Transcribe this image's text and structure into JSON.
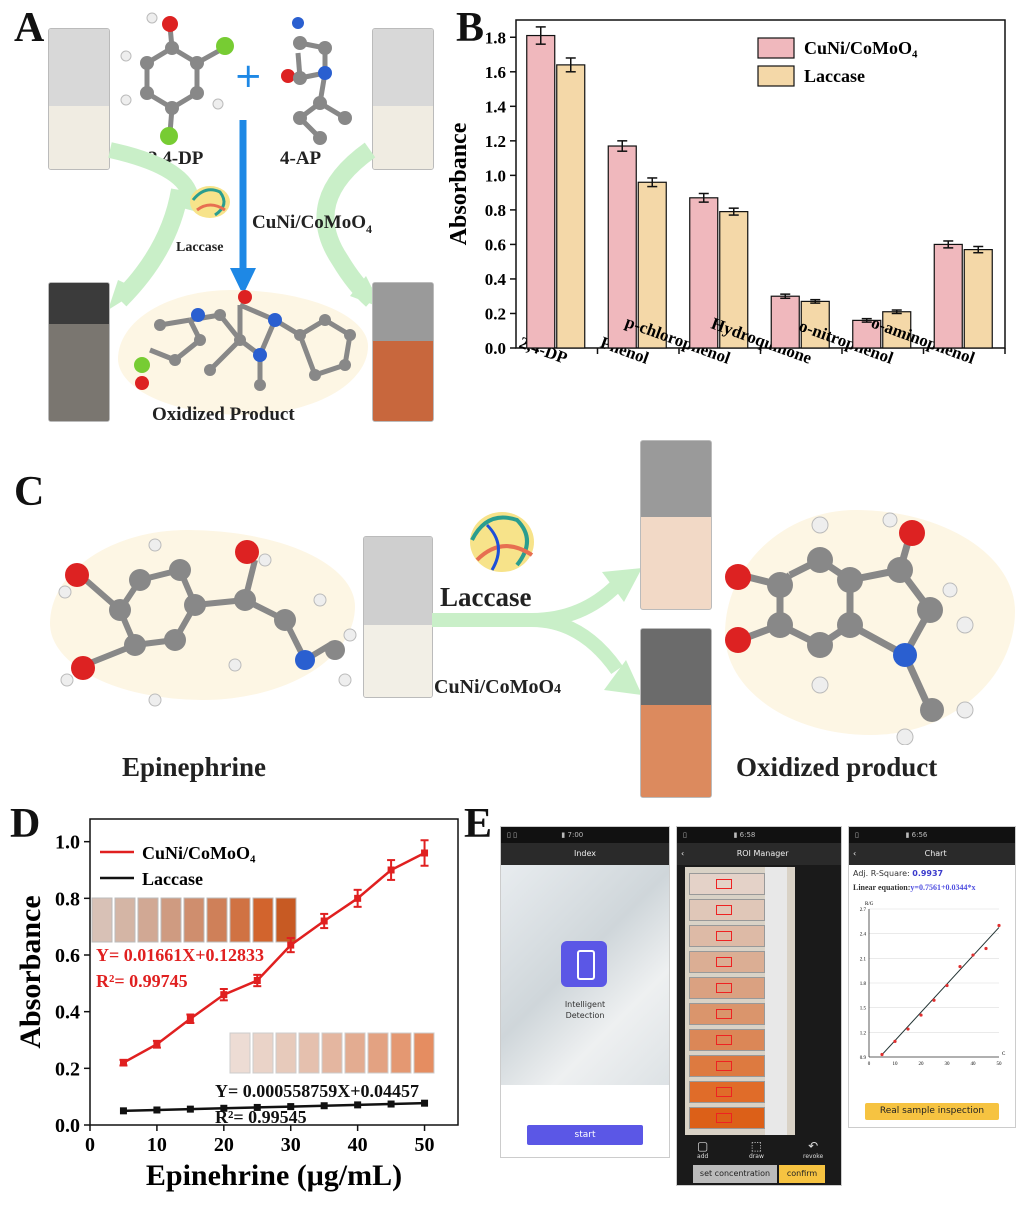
{
  "panels": {
    "a": "A",
    "b": "B",
    "c": "C",
    "d": "D",
    "e": "E"
  },
  "panel_a": {
    "reactant1": "2,4-DP",
    "reactant2": "4-AP",
    "plus": "+",
    "catalyst": "CuNi/CoMoO",
    "catalyst_sub": "4",
    "enzyme": "Laccase",
    "product": "Oxidized Product"
  },
  "panel_c": {
    "reactant": "Epinephrine",
    "enzyme": "Laccase",
    "catalyst": "CuNi/CoMoO",
    "catalyst_sub": "4",
    "product": "Oxidized product"
  },
  "panel_e": {
    "screen1": {
      "title": "Index",
      "center_text_1": "Intelligent",
      "center_text_2": "Detection",
      "button": "start"
    },
    "screen2": {
      "title": "ROI Manager",
      "tool_add": "add",
      "tool_draw": "draw",
      "tool_revoke": "revoke",
      "btn_set": "set concentration",
      "btn_confirm": "confirm"
    },
    "screen3": {
      "title": "Chart",
      "adj_label": "Adj. R-Square:",
      "adj_value": "0.9937",
      "eq_label": "Linear equation:",
      "eq_value": "y=0.7561+0.0344*x",
      "button": "Real sample inspection"
    }
  },
  "chart_data": [
    {
      "id": "B",
      "type": "bar",
      "categories": [
        "2,4-DP",
        "Phenol",
        "p-chlorophenol",
        "Hydroquinone",
        "o-nitrophenol",
        "o-aminophenol"
      ],
      "series": [
        {
          "name": "CuNi/CoMoO₄",
          "values": [
            1.81,
            1.17,
            0.87,
            0.3,
            0.16,
            0.6
          ],
          "errors": [
            0.05,
            0.03,
            0.025,
            0.012,
            0.01,
            0.02
          ],
          "color": "#f0b8bd"
        },
        {
          "name": "Laccase",
          "values": [
            1.64,
            0.96,
            0.79,
            0.27,
            0.21,
            0.57
          ],
          "errors": [
            0.04,
            0.025,
            0.02,
            0.01,
            0.01,
            0.018
          ],
          "color": "#f4d8a8"
        }
      ],
      "ylabel": "Absorbance",
      "ylim": [
        0,
        1.9
      ],
      "yticks": [
        "0.0",
        "0.2",
        "0.4",
        "0.6",
        "0.8",
        "1.0",
        "1.2",
        "1.4",
        "1.6",
        "1.8"
      ],
      "legend": "top-right"
    },
    {
      "id": "D",
      "type": "line",
      "xlabel": "Epinehrine (μg/mL)",
      "ylabel": "Absorbance",
      "xlim": [
        0,
        55
      ],
      "ylim": [
        0,
        1.08
      ],
      "xticks": [
        "0",
        "10",
        "20",
        "30",
        "40",
        "50"
      ],
      "yticks": [
        "0.0",
        "0.2",
        "0.4",
        "0.6",
        "0.8",
        "1.0"
      ],
      "legend": "top-left",
      "series": [
        {
          "name": "CuNi/CoMoO₄",
          "color": "#e02020",
          "x": [
            5,
            10,
            15,
            20,
            25,
            30,
            35,
            40,
            45,
            50
          ],
          "y": [
            0.22,
            0.285,
            0.375,
            0.46,
            0.51,
            0.635,
            0.72,
            0.8,
            0.9,
            0.96
          ],
          "errors": [
            0.01,
            0.012,
            0.015,
            0.02,
            0.02,
            0.025,
            0.025,
            0.03,
            0.035,
            0.045
          ],
          "fit_label": "Y= 0.01661X+0.12833",
          "r2_label": "R²= 0.99745"
        },
        {
          "name": "Laccase",
          "color": "#111111",
          "x": [
            5,
            10,
            15,
            20,
            25,
            30,
            35,
            40,
            45,
            50
          ],
          "y": [
            0.05,
            0.053,
            0.056,
            0.059,
            0.062,
            0.065,
            0.068,
            0.071,
            0.074,
            0.077
          ],
          "fit_label": "Y= 0.000558759X+0.04457",
          "r2_label": "R²= 0.99545"
        }
      ]
    },
    {
      "id": "E-chart",
      "type": "scatter",
      "xlim": [
        0,
        50
      ],
      "ylim": [
        0.9,
        2.7
      ],
      "xticks": [
        "0",
        "10",
        "20",
        "30",
        "40",
        "50"
      ],
      "yticks": [
        "0.9",
        "1.2",
        "1.5",
        "1.8",
        "2.1",
        "2.4",
        "2.7"
      ],
      "xlabel": "C",
      "ylabel": "R/G",
      "x": [
        5,
        10,
        15,
        20,
        25,
        30,
        35,
        40,
        45,
        50
      ],
      "y": [
        0.93,
        1.09,
        1.24,
        1.41,
        1.59,
        1.77,
        2.0,
        2.14,
        2.22,
        2.5
      ]
    }
  ]
}
